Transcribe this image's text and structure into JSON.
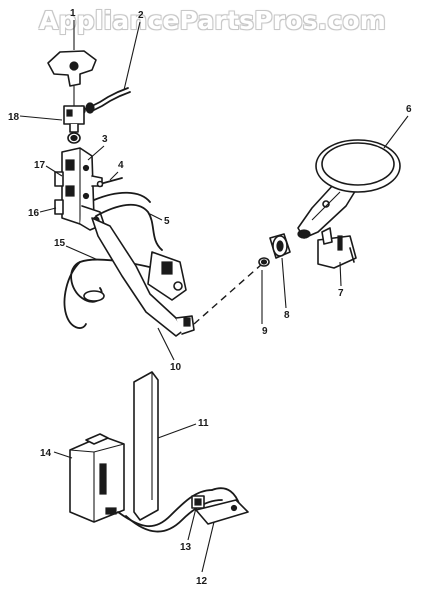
{
  "watermark": "AppliancePartsPros.com",
  "callouts": [
    "1",
    "2",
    "3",
    "4",
    "5",
    "6",
    "7",
    "8",
    "9",
    "10",
    "11",
    "12",
    "13",
    "14",
    "15",
    "16",
    "17",
    "18"
  ]
}
